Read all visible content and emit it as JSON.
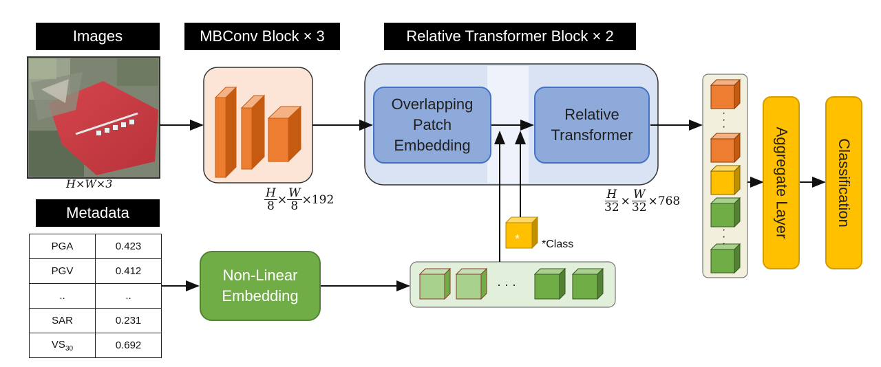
{
  "headers": {
    "images": "Images",
    "mbconv": "MBConv Block × 3",
    "transformer": "Relative Transformer Block × 2",
    "metadata": "Metadata"
  },
  "labels": {
    "image_dims": "H×W×3",
    "mbconv_dims": {
      "a": "H",
      "a_den": "8",
      "b": "W",
      "b_den": "8",
      "tail": "×192"
    },
    "transformer_dims": {
      "a": "H",
      "a_den": "32",
      "b": "W",
      "b_den": "32",
      "tail": "×768"
    },
    "class_token": "*Class",
    "star": "*",
    "ellipsis": "· · ·",
    "vdots": "·\n·\n·"
  },
  "blocks": {
    "patch_embedding": "Overlapping\nPatch\nEmbedding",
    "relative_transformer": "Relative\nTransformer",
    "nonlinear_embedding": "Non-Linear\nEmbedding",
    "aggregate": "Aggregate Layer",
    "classification": "Classification"
  },
  "metadata_table": [
    [
      "PGA",
      "0.423"
    ],
    [
      "PGV",
      "0.412"
    ],
    [
      "..",
      ".."
    ],
    [
      "SAR",
      "0.231"
    ],
    [
      "VS30",
      "0.692"
    ]
  ],
  "colors": {
    "blue_fill": "#8eaadb",
    "blue_border": "#4472c4",
    "green": "#70ad47",
    "light_green": "#a9d18e",
    "orange_cube": "#ed7d31",
    "yellow": "#ffc000",
    "mbconv_bg": "#fce4d6"
  }
}
